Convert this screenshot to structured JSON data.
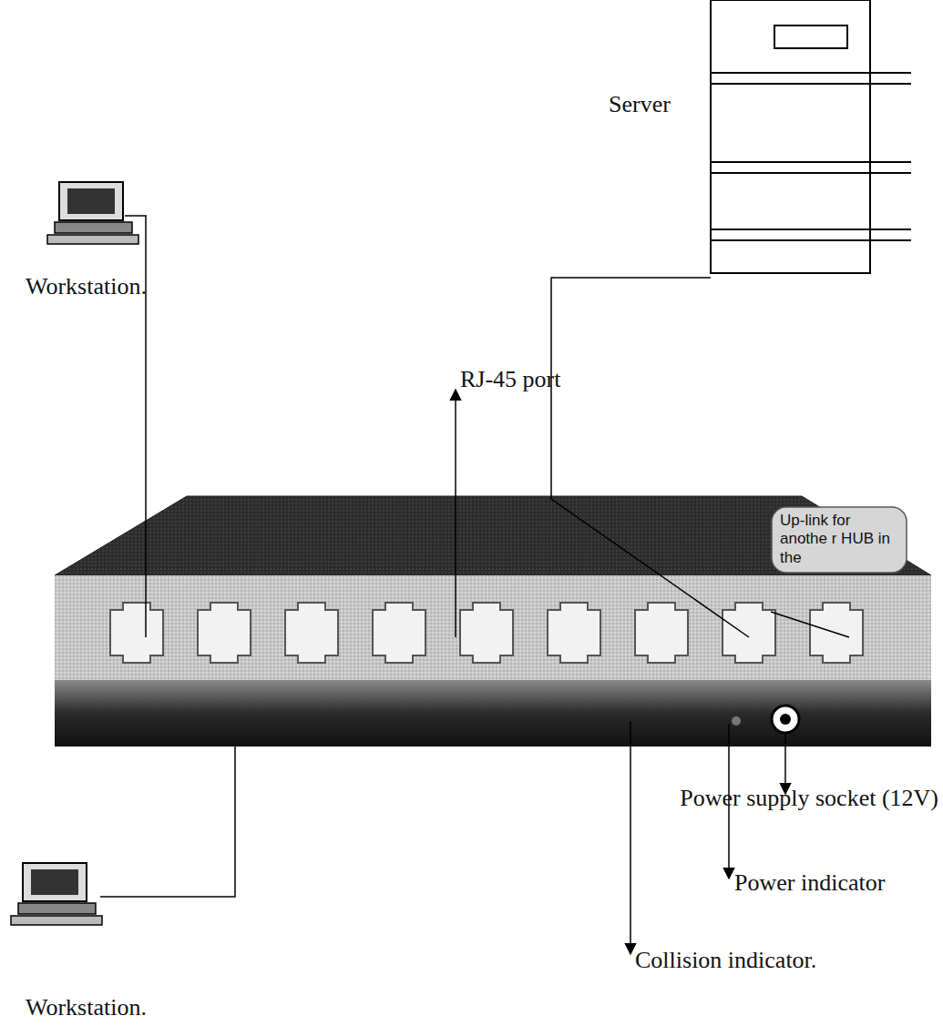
{
  "diagram": {
    "nodes": [
      {
        "text": [
          "Up-link for anothe r HUB in the"
        ]
      }
    ],
    "labels": [
      "Server",
      "Workstation.",
      "RJ-45 port",
      "Power supply socket (12V)",
      "Power indicator",
      "Collision indicator.",
      "Workstation."
    ]
  }
}
